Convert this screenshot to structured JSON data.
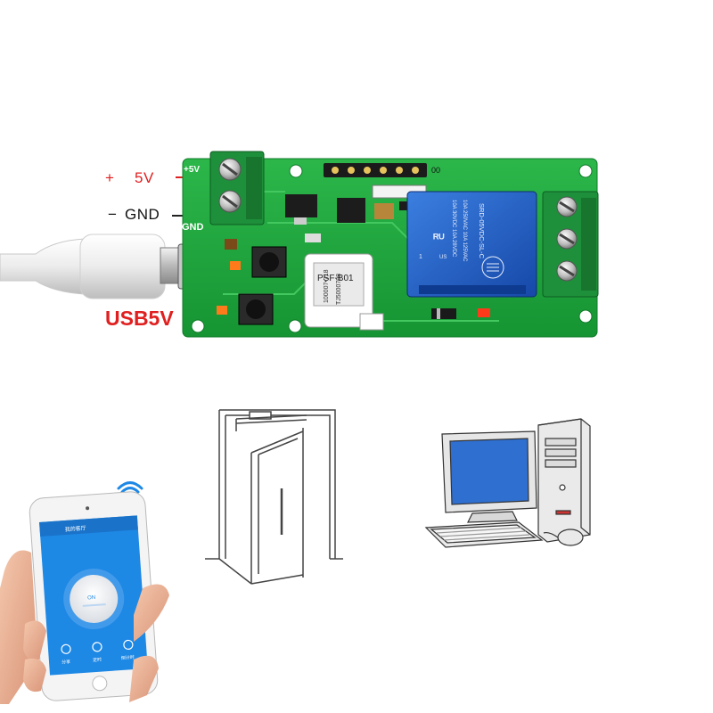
{
  "labels": {
    "plus": "+",
    "v5": "5V",
    "minus": "−",
    "gnd": "GND",
    "usb5v": "USB5V"
  },
  "board": {
    "silk_5v": "+5V",
    "silk_gnd": "GND",
    "silk_00": "00",
    "module_text": "PSF-B01",
    "chip_code_1": "100007•718",
    "chip_code_2": "TJ5000798",
    "relay_model": "SRD-05VDC-SL-C",
    "relay_spec_1": "10A 250VAC 10A 125VAC",
    "relay_spec_2": "10A 30VDC 10A 28VDC",
    "relay_ul": "US",
    "relay_pin": "1"
  },
  "phone": {
    "app_title": "我的客厅",
    "switch_label": "ON",
    "tab_1": "分享",
    "tab_2": "定时",
    "tab_3": "倒计时"
  },
  "colors": {
    "pcb_green": "#1fa33a",
    "terminal_green": "#1e8f3a",
    "label_red": "#e02020",
    "relay_blue": "#1f5fc4",
    "app_blue": "#1e88e5"
  },
  "icons": [
    "wifi-icon",
    "share-icon",
    "timer-icon",
    "alarm-icon"
  ]
}
